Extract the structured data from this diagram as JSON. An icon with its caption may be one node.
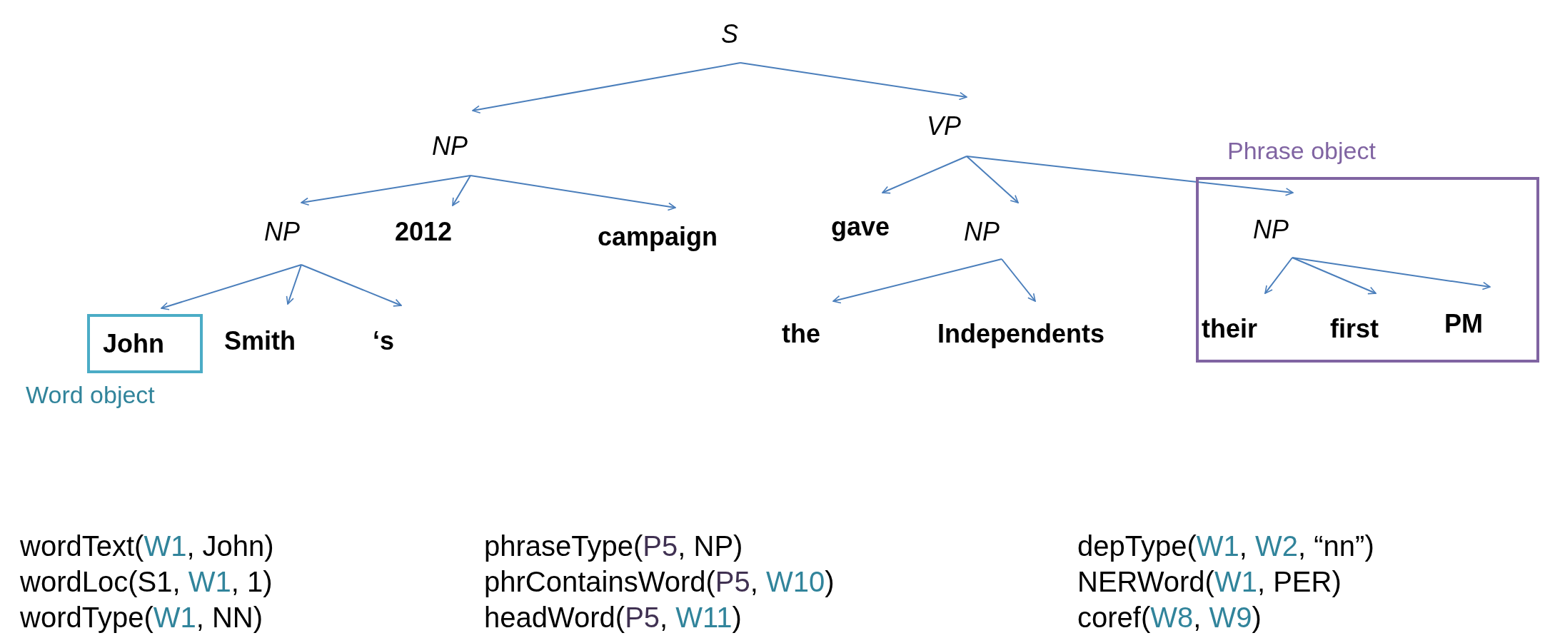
{
  "diagram": {
    "nodes": [
      {
        "text": [
          "S"
        ]
      },
      {
        "text": [
          "NP"
        ]
      },
      {
        "text": [
          "VP"
        ]
      },
      {
        "text": [
          "NP"
        ]
      },
      {
        "text": [
          "2012"
        ]
      },
      {
        "text": [
          "campaign"
        ]
      },
      {
        "text": [
          "gave"
        ]
      },
      {
        "text": [
          "NP"
        ]
      },
      {
        "text": [
          "Phrase object"
        ]
      },
      {
        "text": [
          "NP"
        ],
        "in": 8
      },
      {
        "text": [
          "John",
          "Word object"
        ]
      },
      {
        "text": [
          "Smith"
        ]
      },
      {
        "text": [
          "‘s"
        ]
      },
      {
        "text": [
          "the"
        ]
      },
      {
        "text": [
          "Independents"
        ]
      },
      {
        "text": [
          "their"
        ],
        "in": 8
      },
      {
        "text": [
          "first"
        ],
        "in": 8
      },
      {
        "text": [
          "PM"
        ],
        "in": 8
      }
    ],
    "edges": [
      {
        "from": 0,
        "to": 1,
        "arrow": "to"
      },
      {
        "from": 0,
        "to": 2,
        "arrow": "to"
      },
      {
        "from": 1,
        "to": 3,
        "arrow": "to"
      },
      {
        "from": 1,
        "to": 4,
        "arrow": "to"
      },
      {
        "from": 1,
        "to": 5,
        "arrow": "to"
      },
      {
        "from": 3,
        "to": 10,
        "arrow": "to"
      },
      {
        "from": 3,
        "to": 11,
        "arrow": "to"
      },
      {
        "from": 3,
        "to": 12,
        "arrow": "to"
      },
      {
        "from": 2,
        "to": 6,
        "arrow": "to"
      },
      {
        "from": 2,
        "to": 7,
        "arrow": "to"
      },
      {
        "from": 2,
        "to": 9,
        "arrow": "to"
      },
      {
        "from": 7,
        "to": 13,
        "arrow": "to"
      },
      {
        "from": 7,
        "to": 14,
        "arrow": "to"
      },
      {
        "from": 9,
        "to": 15,
        "arrow": "to"
      },
      {
        "from": 9,
        "to": 16,
        "arrow": "to"
      },
      {
        "from": 9,
        "to": 17,
        "arrow": "to"
      }
    ],
    "labels": [
      "wordText(W1, John)",
      "phraseType(P5, NP)",
      "depType(W1, W2, “nn”)",
      "wordLoc(S1, W1, 1)",
      "phrContainsWord(P5, W10)",
      "NERWord(W1, PER)",
      "wordType(W1, NN)",
      "headWord(P5, W11)",
      "coref(W8, W9)"
    ]
  }
}
